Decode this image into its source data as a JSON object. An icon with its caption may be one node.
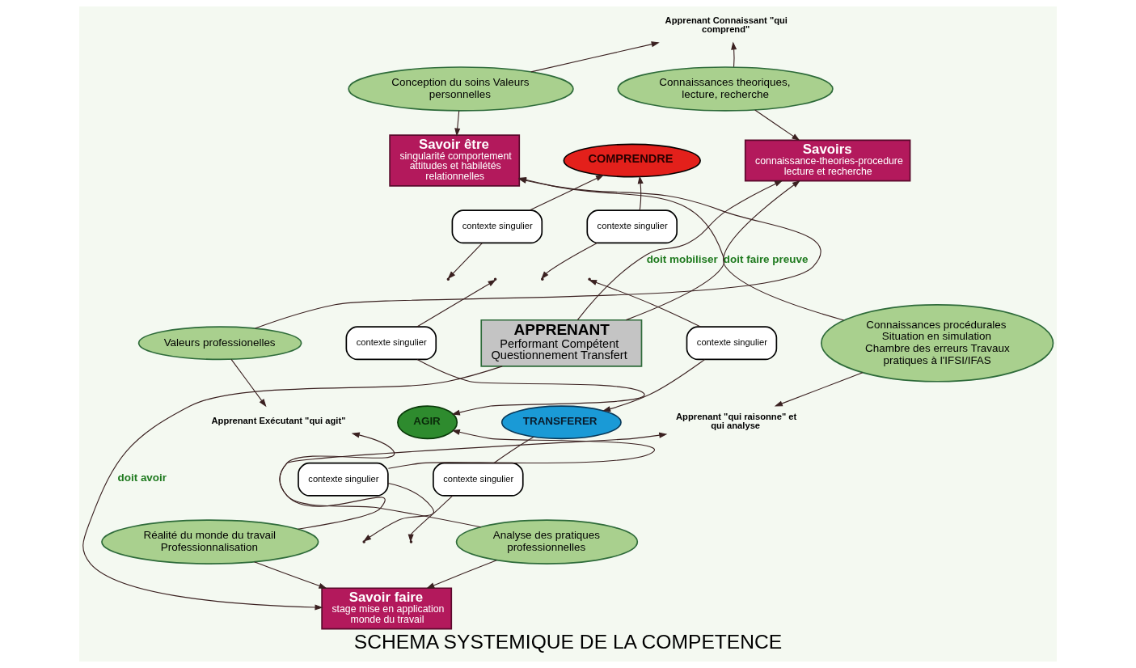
{
  "diagram": {
    "title": "SCHEMA SYSTEMIQUE DE LA COMPETENCE",
    "nodes": [
      {
        "text": [
          "Apprenant Connaissant \"qui comprend\""
        ]
      },
      {
        "text": [
          "Conception du soins Valeurs personnelles"
        ]
      },
      {
        "text": [
          "Connaissances theoriques, lecture, recherche"
        ]
      },
      {
        "text": [
          "Savoir être",
          "singularité comportement attitudes et habilétés relationnelles"
        ]
      },
      {
        "text": [
          "COMPRENDRE"
        ]
      },
      {
        "text": [
          "Savoirs",
          "connaissance-theories-procedure lecture et recherche"
        ]
      },
      {
        "text": [
          "contexte singulier"
        ]
      },
      {
        "text": [
          "contexte singulier"
        ]
      },
      {
        "text": [
          "APPRENANT",
          "Performant Compétent Questionnement Transfert"
        ]
      },
      {
        "text": [
          "Valeurs professionelles"
        ]
      },
      {
        "text": [
          "contexte singulier"
        ]
      },
      {
        "text": [
          "contexte singulier"
        ]
      },
      {
        "text": [
          "Connaissances procédurales Situation en simulation Chambre des erreurs Travaux pratiques à l'IFSI/IFAS"
        ]
      },
      {
        "text": [
          "AGIR"
        ]
      },
      {
        "text": [
          "TRANSFERER"
        ]
      },
      {
        "text": [
          "Apprenant Exécutant \"qui agit\""
        ]
      },
      {
        "text": [
          "contexte singulier"
        ]
      },
      {
        "text": [
          "contexte singulier"
        ]
      },
      {
        "text": [
          "Apprenant \"qui raisonne\" et qui analyse"
        ]
      },
      {
        "text": [
          "Réalité du monde du travail Professionnalisation"
        ]
      },
      {
        "text": [
          "Analyse des pratiques professionnelles"
        ]
      },
      {
        "text": [
          "Savoir faire",
          "stage mise en application monde du travail"
        ]
      }
    ],
    "edges": [
      {
        "from": 1,
        "to": 0,
        "arrow": "to"
      },
      {
        "from": 2,
        "to": 0,
        "arrow": "to"
      },
      {
        "from": 1,
        "to": 3,
        "arrow": "to"
      },
      {
        "from": 2,
        "to": 5,
        "arrow": "to"
      },
      {
        "from": 6,
        "to": 4,
        "arrow": "to"
      },
      {
        "from": 6,
        "to": null,
        "arrow": "to"
      },
      {
        "from": 7,
        "to": 4,
        "arrow": "to"
      },
      {
        "from": 7,
        "to": null,
        "arrow": "to"
      },
      {
        "from": 8,
        "to": 3,
        "arrow": "to",
        "label": "doit faire preuve"
      },
      {
        "from": 8,
        "to": 5,
        "arrow": "to",
        "label": "doit mobiliser"
      },
      {
        "from": 9,
        "to": 3,
        "arrow": "to"
      },
      {
        "from": 12,
        "to": 5,
        "arrow": "to"
      },
      {
        "from": 10,
        "to": null,
        "arrow": "to"
      },
      {
        "from": 10,
        "to": 13,
        "arrow": "to"
      },
      {
        "from": 11,
        "to": null,
        "arrow": "to"
      },
      {
        "from": 11,
        "to": 14,
        "arrow": "to"
      },
      {
        "from": 9,
        "to": 15,
        "arrow": "to"
      },
      {
        "from": 12,
        "to": 18,
        "arrow": "to"
      },
      {
        "from": 16,
        "to": 13,
        "arrow": "to"
      },
      {
        "from": 16,
        "to": null,
        "arrow": "to"
      },
      {
        "from": 14,
        "to": 17,
        "arrow": "none"
      },
      {
        "from": 17,
        "to": null,
        "arrow": "to"
      },
      {
        "from": 8,
        "to": 21,
        "arrow": "to",
        "label": "doit avoir"
      },
      {
        "from": 19,
        "to": 15,
        "arrow": "to"
      },
      {
        "from": 20,
        "to": 18,
        "arrow": "to"
      },
      {
        "from": 19,
        "to": 21,
        "arrow": "to"
      },
      {
        "from": 20,
        "to": 21,
        "arrow": "to"
      }
    ]
  }
}
